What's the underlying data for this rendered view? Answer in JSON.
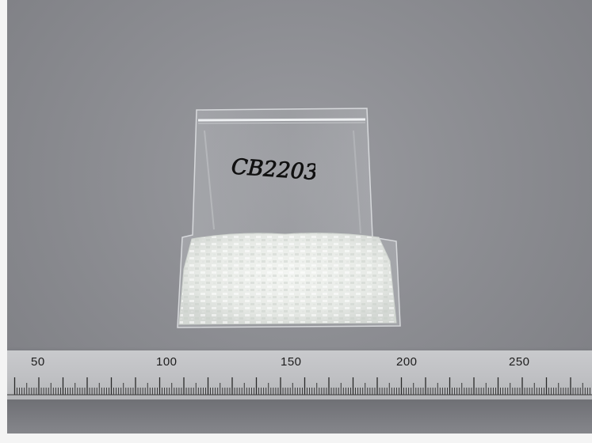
{
  "bag": {
    "handwritten_label": "CB2203"
  },
  "ruler": {
    "labels": [
      "50",
      "100",
      "150",
      "200",
      "250"
    ]
  },
  "colors": {
    "background": "#8c8d92",
    "ruler": "#c2c3c6",
    "pellets": "#eef0ee"
  }
}
